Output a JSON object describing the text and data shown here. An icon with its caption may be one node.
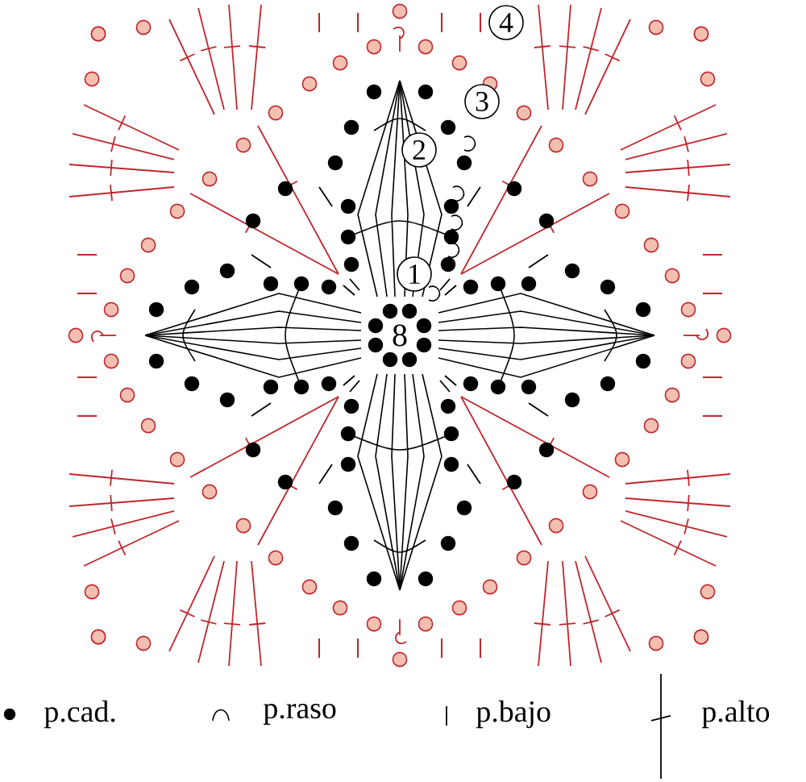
{
  "diagram": {
    "nodes": [
      {
        "text": [
          "4"
        ]
      },
      {
        "text": [
          "3"
        ]
      },
      {
        "text": [
          "2"
        ]
      },
      {
        "text": [
          "1"
        ]
      }
    ],
    "labels": [
      "8"
    ],
    "legend": [
      {
        "text": "p.cad."
      },
      {
        "text": "p.raso"
      },
      {
        "text": "p.bajo"
      },
      {
        "text": "p.alto"
      }
    ]
  }
}
